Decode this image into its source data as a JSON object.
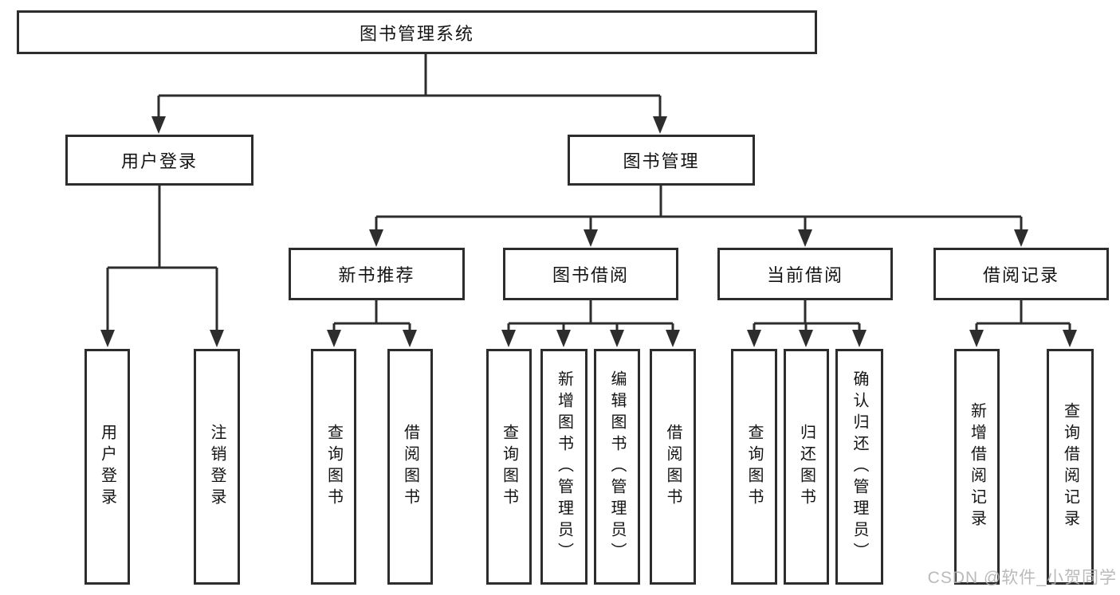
{
  "diagram": {
    "root": {
      "label": "图书管理系统"
    },
    "branches": [
      {
        "label": "用户登录",
        "children": [
          {
            "label": "用户登录"
          },
          {
            "label": "注销登录"
          }
        ]
      },
      {
        "label": "图书管理",
        "children": [
          {
            "label": "新书推荐",
            "children": [
              {
                "label": "查询图书"
              },
              {
                "label": "借阅图书"
              }
            ]
          },
          {
            "label": "图书借阅",
            "children": [
              {
                "label": "查询图书"
              },
              {
                "label": "新增图书（管理员）"
              },
              {
                "label": "编辑图书（管理员）"
              },
              {
                "label": "借阅图书"
              }
            ]
          },
          {
            "label": "当前借阅",
            "children": [
              {
                "label": "查询图书"
              },
              {
                "label": "归还图书"
              },
              {
                "label": "确认归还（管理员）"
              }
            ]
          },
          {
            "label": "借阅记录",
            "children": [
              {
                "label": "新增借阅记录"
              },
              {
                "label": "查询借阅记录"
              }
            ]
          }
        ]
      }
    ]
  },
  "watermark": {
    "text": "CSDN @软件_小贺同学"
  },
  "colors": {
    "line": "#2d2d2d",
    "box_border": "#2d2d2d",
    "text": "#141414",
    "watermark": "#b3b3b3",
    "background": "#ffffff"
  }
}
